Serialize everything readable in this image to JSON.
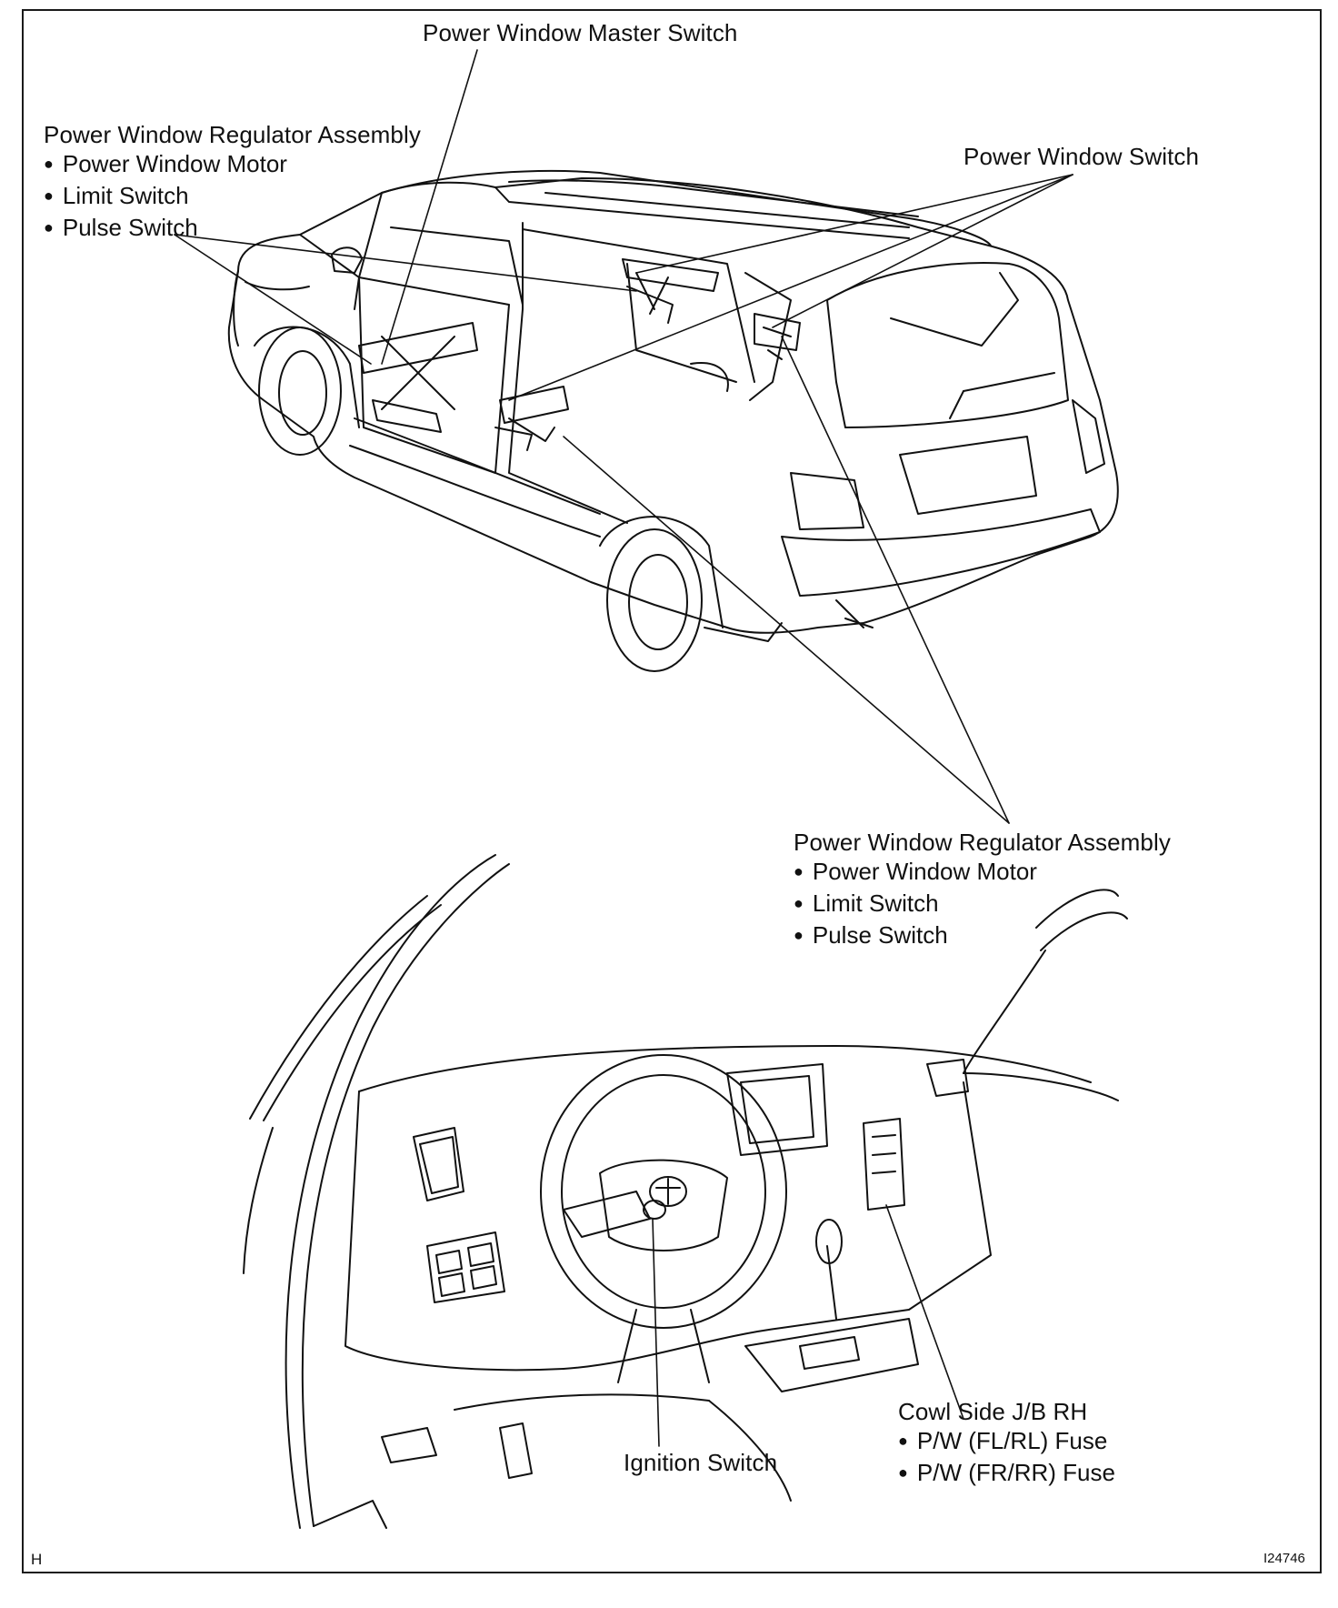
{
  "labels": {
    "master_switch": "Power Window Master Switch",
    "window_switch": "Power Window Switch",
    "ignition_switch": "Ignition Switch"
  },
  "regulator_left": {
    "title": "Power Window Regulator Assembly",
    "items": [
      "Power Window Motor",
      "Limit Switch",
      "Pulse Switch"
    ]
  },
  "regulator_right": {
    "title": "Power Window Regulator Assembly",
    "items": [
      "Power Window Motor",
      "Limit Switch",
      "Pulse Switch"
    ]
  },
  "cowl_jb": {
    "title": "Cowl Side J/B RH",
    "items": [
      "P/W (FL/RL) Fuse",
      "P/W (FR/RR) Fuse"
    ]
  },
  "page_marker": "H",
  "figure_id": "I24746",
  "colors": {
    "line": "#111111",
    "background": "#ffffff"
  }
}
